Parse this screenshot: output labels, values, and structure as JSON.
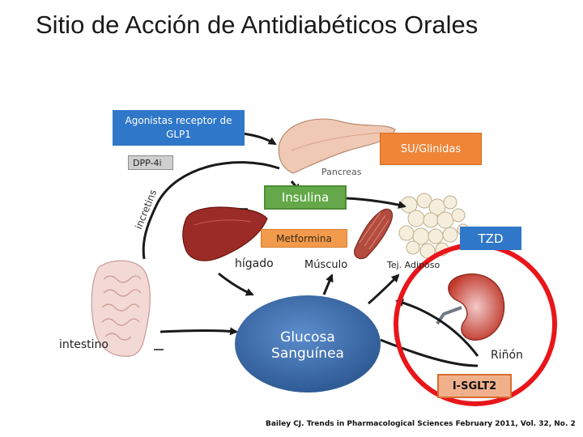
{
  "title": "Sitio de Acción de Antidiabéticos Orales",
  "labels": {
    "glp1": "Agonistas receptor de GLP1",
    "su": "SU/Glinidas",
    "dpp4": "DPP-4i",
    "pancreas": "Pancreas",
    "insulina": "Insulina",
    "incretins": "incretins",
    "metformina": "Metformina",
    "tzd": "TZD",
    "higado": "hígado",
    "musculo": "Músculo",
    "adiposo": "Tej. Adiposo",
    "intestino": "intestino",
    "glucosa_line1": "Glucosa",
    "glucosa_line2": "Sanguínea",
    "rinon": "Riñón",
    "isglt2": "I-SGLT2"
  },
  "citation": "Bailey CJ. Trends in Pharmacological Sciences February 2011, Vol. 32, No. 2",
  "colors": {
    "blue_box": "#2f77c9",
    "orange_box": "#f08538",
    "green_box": "#64a84a",
    "highlight_circle": "#e8161b",
    "glucose_circle": "#3f6fa8"
  }
}
